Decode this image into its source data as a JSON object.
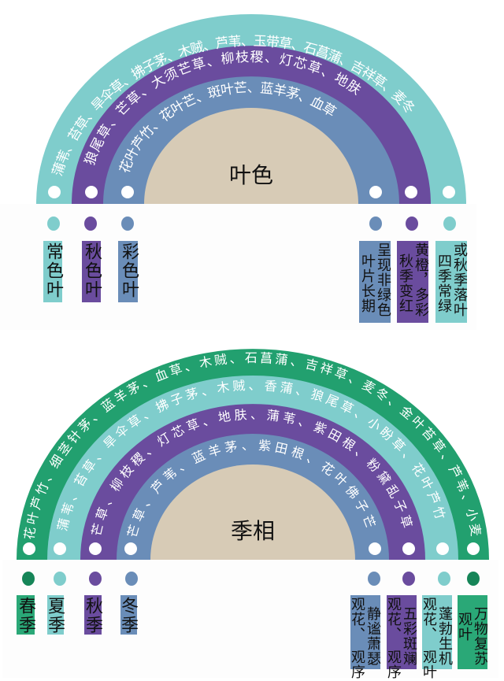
{
  "colors": {
    "teal": "#7fcdcc",
    "purple": "#6a4c9e",
    "blue": "#6a8db8",
    "beige": "#d7cbb6",
    "green": "#22a06f",
    "green_dot": "#168558",
    "white": "#ffffff"
  },
  "top_diagram": {
    "title": "叶色",
    "rings": [
      {
        "name": "常色叶",
        "color": "teal",
        "plants": "蒲苇、苔草、旱伞草、拂子茅、木贼、芦苇、玉带草、石菖蒲、吉祥草、麦冬"
      },
      {
        "name": "秋色叶",
        "color": "purple",
        "plants": "狼尾草、芒草、大须芒草、柳枝稷、灯芯草、地肤"
      },
      {
        "name": "彩色叶",
        "color": "blue",
        "plants": "花叶芦竹、花叶芒、斑叶芒、蓝羊茅、血草"
      }
    ],
    "left_labels": [
      {
        "text": "常色叶",
        "color": "teal"
      },
      {
        "text": "秋色叶",
        "color": "purple"
      },
      {
        "text": "彩色叶",
        "color": "blue"
      }
    ],
    "right_labels": [
      {
        "columns": [
          "呈现非绿色",
          "叶片长期"
        ],
        "color": "blue"
      },
      {
        "columns": [
          "黄橙，多彩",
          "秋季变红"
        ],
        "color": "purple"
      },
      {
        "columns": [
          "或秋季落叶",
          "四季常绿"
        ],
        "color": "teal"
      }
    ]
  },
  "bottom_diagram": {
    "title": "季相",
    "rings": [
      {
        "name": "春季",
        "color": "green",
        "plants": "花叶芦竹、细茎针茅、蓝羊茅、血草、木贼、石菖蒲、吉祥草、麦冬、金叶苔草、芦苇、小麦"
      },
      {
        "name": "夏季",
        "color": "teal",
        "plants": "蒲苇、苔草、旱伞草、拂子茅、木贼、香蒲、狼尾草、小盼草、花叶芦竹"
      },
      {
        "name": "秋季",
        "color": "purple",
        "plants": "芒草、柳枝稷、灯芯草、地肤、蒲苇、紫田根、粉黛乱子草"
      },
      {
        "name": "冬季",
        "color": "blue",
        "plants": "芒草、芦苇、蓝羊茅、紫田根、花叶佛子芒"
      }
    ],
    "left_labels": [
      {
        "text": "春季",
        "color": "green"
      },
      {
        "text": "夏季",
        "color": "teal"
      },
      {
        "text": "秋季",
        "color": "purple"
      },
      {
        "text": "冬季",
        "color": "blue"
      }
    ],
    "right_labels": [
      {
        "columns": [
          "静谧萧瑟",
          "观花、　观序"
        ],
        "color": "blue"
      },
      {
        "columns": [
          "五彩斑斓",
          "观花、　观序"
        ],
        "color": "purple"
      },
      {
        "columns": [
          "蓬勃生机",
          "观花、　观叶"
        ],
        "color": "teal"
      },
      {
        "columns": [
          "万物复苏",
          "　观叶"
        ],
        "color": "green"
      }
    ]
  }
}
